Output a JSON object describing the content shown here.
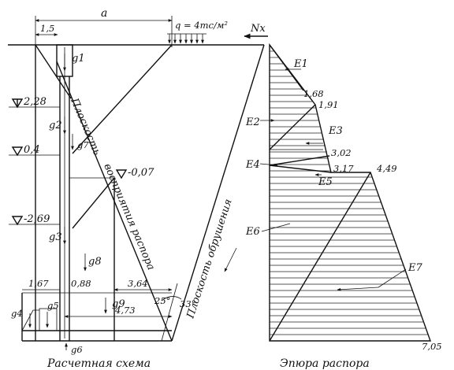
{
  "labels": {
    "a": "a",
    "dim_1_5": "1,5",
    "load": "q = 4тс/м²",
    "nx": "Nx",
    "g1": "g1",
    "g2": "g2",
    "g3": "g3",
    "g4": "g4",
    "g5": "g5",
    "g6": "g6",
    "g7": "g7",
    "g8": "g8",
    "g9": "g9",
    "lvl_228": "2,28",
    "lvl_04": "0,4",
    "lvl_007": "-0,07",
    "lvl_269": "-2,69",
    "plane_thrust_1": "Плоскость",
    "plane_thrust_2": "восприятия распора",
    "plane_collapse": "Плоскость обрушения",
    "dim_167": "1,67",
    "dim_088": "0,88",
    "dim_364": "3,64",
    "dim_473": "4,73",
    "angle_25": "25°",
    "angle_33": "33°",
    "caption_left": "Расчетная схема",
    "caption_right": "Эпюра распора",
    "e1": "E1",
    "e2": "E2",
    "e3": "E3",
    "e4": "E4",
    "e5": "E5",
    "e6": "E6",
    "e7": "E7",
    "v168": "1,68",
    "v191": "1,91",
    "v302": "3,02",
    "v317": "3,17",
    "v449": "4,49",
    "v705": "7,05"
  }
}
